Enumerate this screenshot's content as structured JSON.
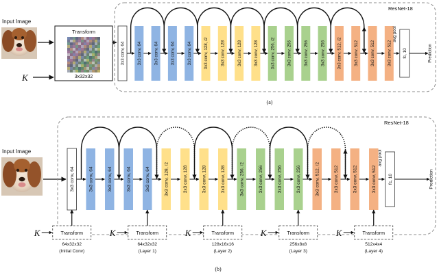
{
  "colors": {
    "white": "#ffffff",
    "blue": "#8fb4e3",
    "yellow": "#ffe08a",
    "green": "#a9d18e",
    "orange": "#f4b183",
    "line": "#111111",
    "dash": "#8c8c8c"
  },
  "diagram_a": {
    "input_label": "Input Image",
    "k_label": "K",
    "transform_title": "Transform",
    "transform_size": "3x32x32",
    "network_title": "ResNet-18",
    "prediction": "Prediction",
    "caption": "(a)",
    "layers": [
      {
        "label": "3x3 conv, 64",
        "color": "white"
      },
      {
        "label": "3x3 conv, 64",
        "color": "blue"
      },
      {
        "label": "3x3 conv, 64",
        "color": "blue"
      },
      {
        "label": "3x3 conv, 64",
        "color": "blue"
      },
      {
        "label": "3x3 conv, 64",
        "color": "blue"
      },
      {
        "label": "3x3 conv, 128, /2",
        "color": "yellow"
      },
      {
        "label": "3x3 conv, 128",
        "color": "yellow"
      },
      {
        "label": "3x3 conv, 128",
        "color": "yellow"
      },
      {
        "label": "3x3 conv, 128",
        "color": "yellow"
      },
      {
        "label": "3x3 conv, 256, /2",
        "color": "green"
      },
      {
        "label": "3x3 conv, 256",
        "color": "green"
      },
      {
        "label": "3x3 conv, 256",
        "color": "green"
      },
      {
        "label": "3x3 conv, 256",
        "color": "green"
      },
      {
        "label": "3x3 conv, 512, /2",
        "color": "orange"
      },
      {
        "label": "3x3 conv, 512",
        "color": "orange"
      },
      {
        "label": "3x3 conv, 512",
        "color": "orange"
      },
      {
        "label": "3x3 conv, 512",
        "color": "orange"
      }
    ],
    "pool": "avg pool",
    "fc": "fc, 10"
  },
  "diagram_b": {
    "input_label": "Input Image",
    "k_label": "K",
    "network_title": "ResNet-18",
    "prediction": "Prediction",
    "caption": "(b)",
    "layers": [
      {
        "label": "3x3 conv, 64",
        "color": "white"
      },
      {
        "label": "3x3 conv, 64",
        "color": "blue"
      },
      {
        "label": "3x3 conv, 64",
        "color": "blue"
      },
      {
        "label": "3x3 conv, 64",
        "color": "blue"
      },
      {
        "label": "3x3 conv, 64",
        "color": "blue"
      },
      {
        "label": "3x3 conv, 128, /2",
        "color": "yellow"
      },
      {
        "label": "3x3 conv, 128",
        "color": "yellow"
      },
      {
        "label": "3x3 conv, 128",
        "color": "yellow"
      },
      {
        "label": "3x3 conv, 128",
        "color": "yellow"
      },
      {
        "label": "3x3 conv, 256, /2",
        "color": "green"
      },
      {
        "label": "3x3 conv, 256",
        "color": "green"
      },
      {
        "label": "3x3 conv, 256",
        "color": "green"
      },
      {
        "label": "3x3 conv, 256",
        "color": "green"
      },
      {
        "label": "3x3 conv, 512, /2",
        "color": "orange"
      },
      {
        "label": "3x3 conv, 512",
        "color": "orange"
      },
      {
        "label": "3x3 conv, 512",
        "color": "orange"
      },
      {
        "label": "3x3 conv, 512",
        "color": "orange"
      }
    ],
    "pool": "avg pool",
    "fc": "fc, 10",
    "transforms": [
      {
        "title": "Transform",
        "size": "64x32x32",
        "layer": "(Initial Conv)"
      },
      {
        "title": "Transform",
        "size": "64x32x32",
        "layer": "(Layer 1)"
      },
      {
        "title": "Transform",
        "size": "128x16x16",
        "layer": "(Layer 2)"
      },
      {
        "title": "Transform",
        "size": "256x8x8",
        "layer": "(Layer 3)"
      },
      {
        "title": "Transform",
        "size": "512x4x4",
        "layer": "(Layer 4)"
      }
    ]
  }
}
